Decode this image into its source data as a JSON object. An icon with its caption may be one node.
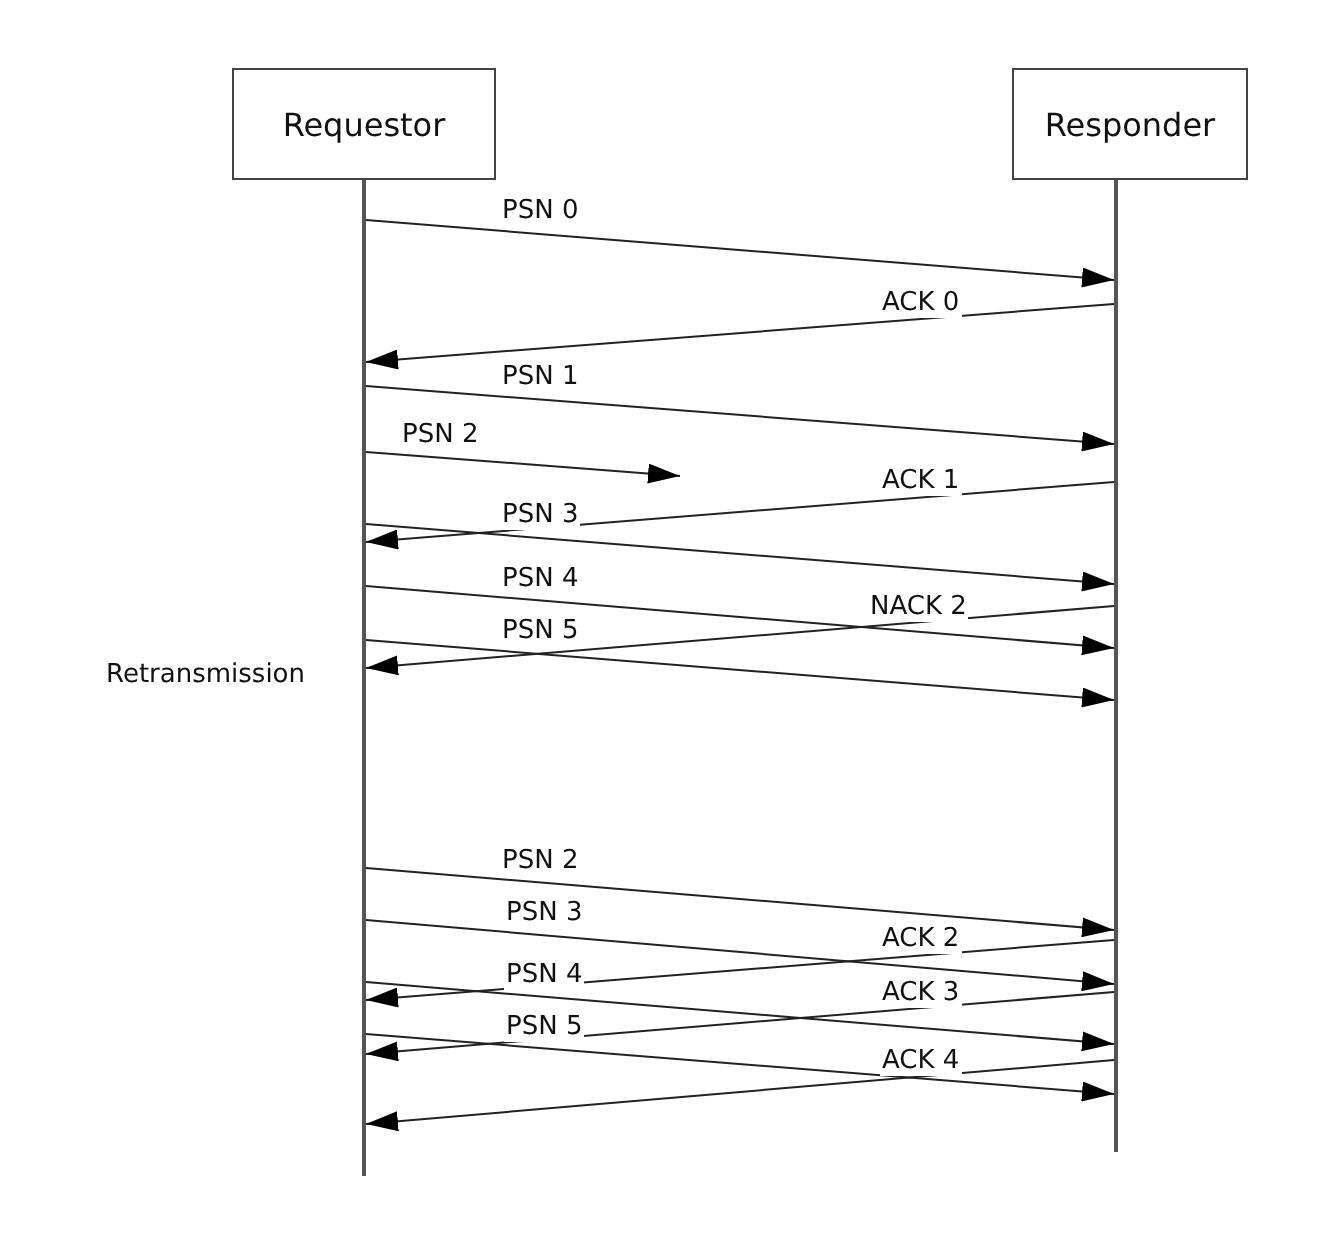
{
  "diagram": {
    "nodes": [
      {
        "text": [
          "Requestor"
        ]
      },
      {
        "text": [
          "Responder"
        ]
      },
      {
        "text": [],
        "shape": "bar"
      },
      {
        "text": [],
        "shape": "bar"
      }
    ],
    "edges": [
      {
        "from": 2,
        "to": 3,
        "arrow": "to",
        "label": "PSN 0"
      },
      {
        "from": 3,
        "to": 2,
        "arrow": "to",
        "label": "ACK 0"
      },
      {
        "from": 2,
        "to": 3,
        "arrow": "to",
        "label": "PSN 1"
      },
      {
        "from": 2,
        "to": null,
        "arrow": "to",
        "label": "PSN 2"
      },
      {
        "from": 3,
        "to": 2,
        "arrow": "to",
        "label": "ACK 1"
      },
      {
        "from": 2,
        "to": 3,
        "arrow": "to",
        "label": "PSN 3"
      },
      {
        "from": 2,
        "to": 3,
        "arrow": "to",
        "label": "PSN 4"
      },
      {
        "from": 3,
        "to": 2,
        "arrow": "to",
        "label": "NACK 2"
      },
      {
        "from": 2,
        "to": 3,
        "arrow": "to",
        "label": "PSN 5"
      },
      {
        "from": 2,
        "to": 3,
        "arrow": "to",
        "label": "PSN 2"
      },
      {
        "from": 2,
        "to": 3,
        "arrow": "to",
        "label": "PSN 3"
      },
      {
        "from": 3,
        "to": 2,
        "arrow": "to",
        "label": "ACK 2"
      },
      {
        "from": 2,
        "to": 3,
        "arrow": "to",
        "label": "PSN 4"
      },
      {
        "from": 3,
        "to": 2,
        "arrow": "to",
        "label": "ACK 3"
      },
      {
        "from": 2,
        "to": 3,
        "arrow": "to",
        "label": "PSN 5"
      },
      {
        "from": 3,
        "to": 2,
        "arrow": "to",
        "label": "ACK 4"
      }
    ],
    "labels": [
      "Retransmission"
    ]
  }
}
